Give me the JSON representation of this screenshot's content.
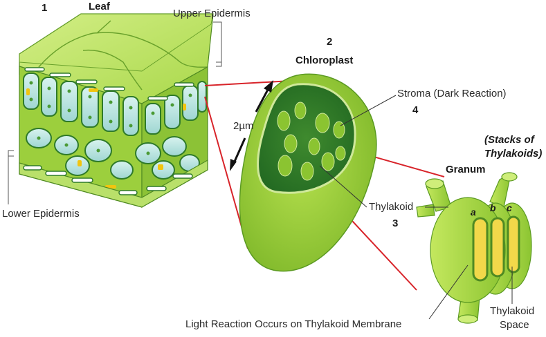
{
  "leaf": {
    "number": "1",
    "title": "Leaf",
    "upper_epidermis": "Upper Epidermis",
    "lower_epidermis": "Lower Epidermis"
  },
  "chloroplast": {
    "number": "2",
    "title": "Chloroplast",
    "scale": "2µm"
  },
  "stroma": {
    "label": "Stroma (Dark Reaction)",
    "number": "4"
  },
  "thylakoid": {
    "label": "Thylakoid",
    "number": "3"
  },
  "granum": {
    "title": "Granum",
    "note_line1": "(Stacks of",
    "note_line2": "Thylakoids)",
    "letters": [
      "a",
      "b",
      "c"
    ]
  },
  "light_reaction": "Light Reaction Occurs on Thylakoid Membrane",
  "thylakoid_space": {
    "line1": "Thylakoid",
    "line2": "Space"
  },
  "colors": {
    "leaf_green": "#a9d84a",
    "dark_green": "#2f7a2a",
    "cell_cyan": "#bfe9e6",
    "zoom_red": "#d8242a",
    "yellow": "#f2c40f"
  }
}
